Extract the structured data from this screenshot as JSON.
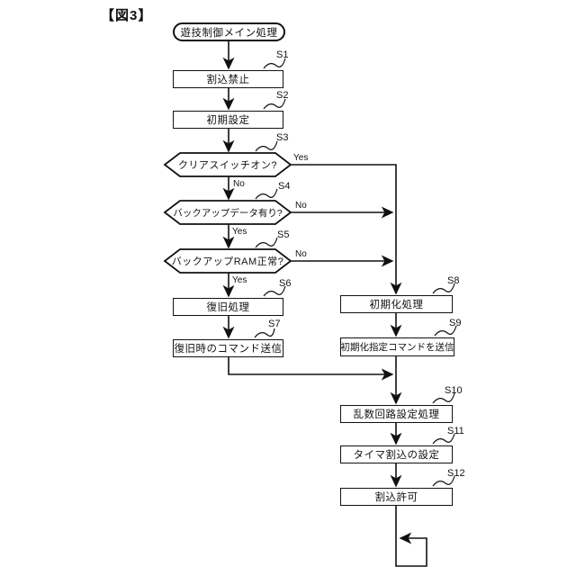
{
  "figure_label": "【図3】",
  "colors": {
    "line": "#111111",
    "background": "#ffffff"
  },
  "flowchart": {
    "start": {
      "text": "遊技制御メイン処理"
    },
    "s1": {
      "tag": "S1",
      "text": "割込禁止"
    },
    "s2": {
      "tag": "S2",
      "text": "初期設定"
    },
    "s3": {
      "tag": "S3",
      "text": "クリアスイッチオン?",
      "right_label": "Yes",
      "down_label": "No"
    },
    "s4": {
      "tag": "S4",
      "text": "バックアップデータ有り?",
      "right_label": "No",
      "down_label": "Yes"
    },
    "s5": {
      "tag": "S5",
      "text": "バックアップRAM正常?",
      "right_label": "No",
      "down_label": "Yes"
    },
    "s6": {
      "tag": "S6",
      "text": "復旧処理"
    },
    "s7": {
      "tag": "S7",
      "text": "復旧時のコマンド送信"
    },
    "s8": {
      "tag": "S8",
      "text": "初期化処理"
    },
    "s9": {
      "tag": "S9",
      "text": "初期化指定コマンドを送信"
    },
    "s10": {
      "tag": "S10",
      "text": "乱数回路設定処理"
    },
    "s11": {
      "tag": "S11",
      "text": "タイマ割込の設定"
    },
    "s12": {
      "tag": "S12",
      "text": "割込許可"
    }
  }
}
